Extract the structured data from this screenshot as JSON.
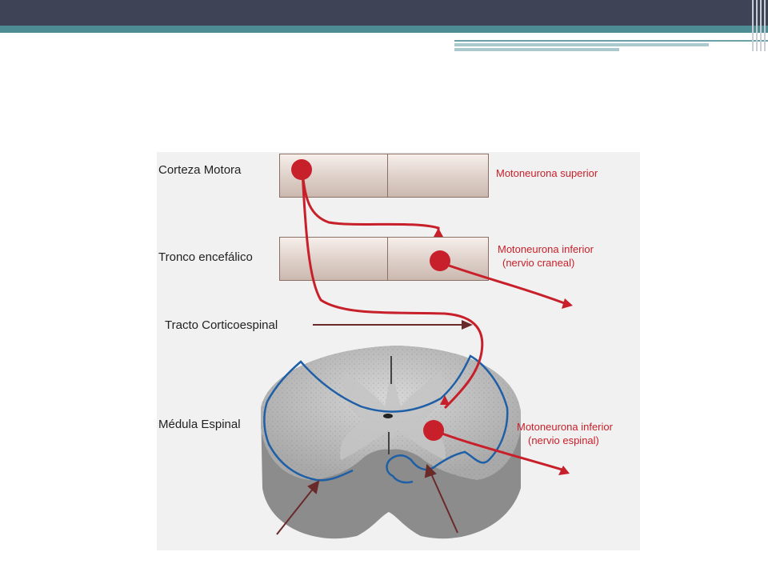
{
  "labels": {
    "corteza": "Corteza Motora",
    "tronco": "Tronco encefálico",
    "tracto": "Tracto Corticoespinal",
    "medula": "Médula Espinal"
  },
  "annotations": {
    "superior": "Motoneurona superior",
    "inferior_craneal_1": "Motoneurona inferior",
    "inferior_craneal_2": "(nervio craneal)",
    "inferior_espinal_1": "Motoneurona inferior",
    "inferior_espinal_2": "(nervio espinal)"
  },
  "colors": {
    "neuron": "#c8202a",
    "tract_outline": "#1f5fa6",
    "header": "#3e4455",
    "accent": "#4c8c92"
  }
}
